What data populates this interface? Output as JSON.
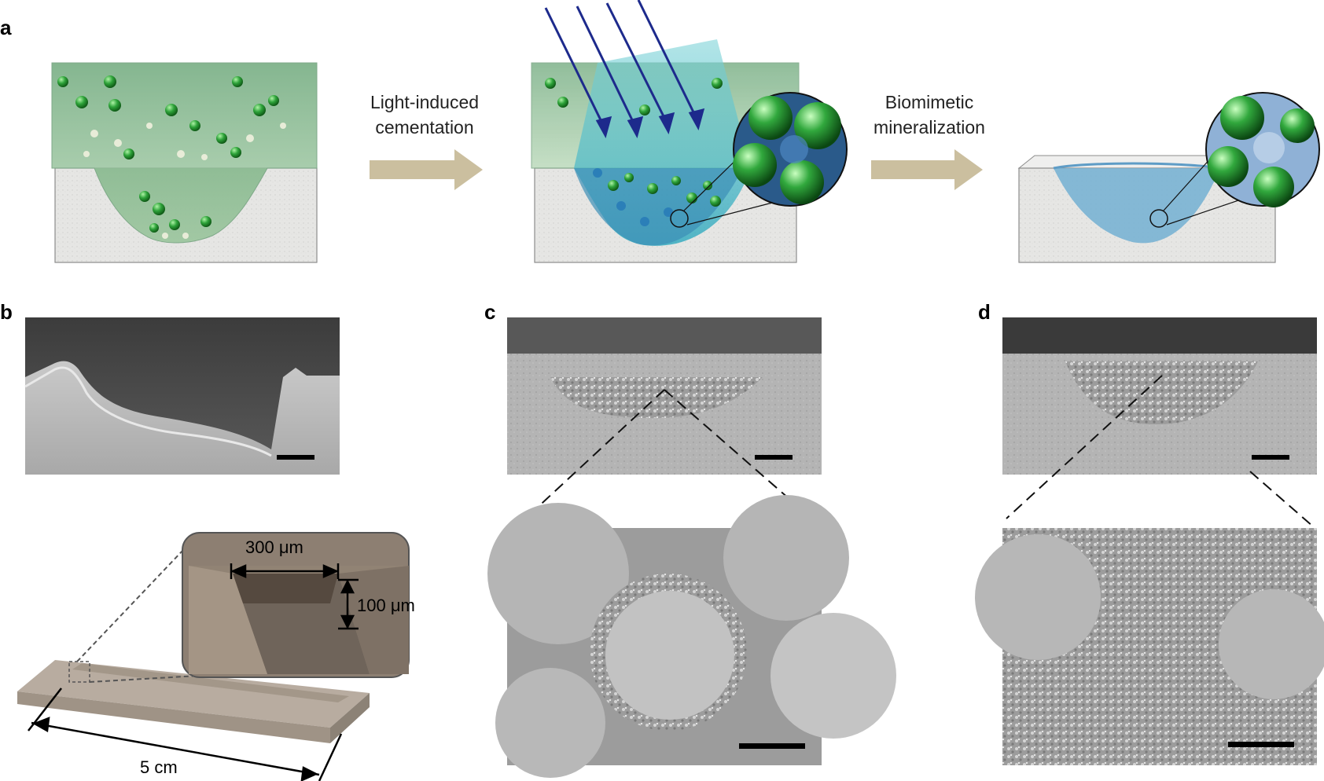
{
  "panels": {
    "a": "a",
    "b": "b",
    "c": "c",
    "d": "d"
  },
  "arrows": {
    "step1_line1": "Light-induced",
    "step1_line2": "cementation",
    "step2_line1": "Biomimetic",
    "step2_line2": "mineralization"
  },
  "dimensions": {
    "width": "300 μm",
    "depth": "100 μm",
    "length": "5 cm"
  },
  "colors": {
    "resin_green": "#5e9c6e",
    "bead_green": "#2ea33a",
    "light_blue_beam": "#3fb4c4",
    "ray_arrow": "#1d2a8c",
    "substrate_grey": "#e4e4e2",
    "process_arrow": "#cbbf9f",
    "sem_grey": "#9a9a9a",
    "bar_model": "#b8aca0"
  }
}
